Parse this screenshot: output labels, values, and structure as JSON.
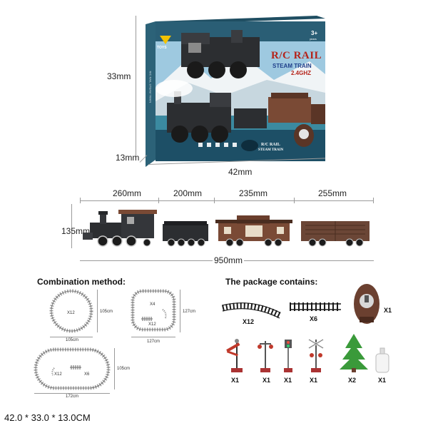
{
  "box": {
    "brand": "TOYS",
    "age": "3+",
    "age_unit": "years",
    "title_line1": "R/C RAIL",
    "title_line2": "STEAM TRAIN",
    "title_line3": "2.4GHZ",
    "footer_line1": "R/C RAIL",
    "footer_line2": "STEAM TRAIN",
    "side_text": "R/C RAIL STEAM TRAIN",
    "height_label": "33mm",
    "depth_label": "13mm",
    "width_label": "42mm"
  },
  "train": {
    "seg1": "260mm",
    "seg2": "200mm",
    "seg3": "235mm",
    "seg4": "255mm",
    "height": "135mm",
    "total": "950mm"
  },
  "combination": {
    "title": "Combination method:",
    "circle_count": "X12",
    "circle_h": "105cm",
    "circle_w": "105cm",
    "square_curve": "X12",
    "square_straight": "X4",
    "square_h": "127cm",
    "square_w": "127cm",
    "oval_curve": "X12",
    "oval_straight": "X6",
    "oval_h": "105cm",
    "oval_w": "172cm"
  },
  "package": {
    "title": "The package contains:",
    "curve_qty": "X12",
    "straight_qty": "X6",
    "remote_qty": "X1",
    "signal1_qty": "X1",
    "lamp_qty": "X1",
    "signal2_qty": "X1",
    "crossing_qty": "X1",
    "tree_qty": "X2",
    "bottle_qty": "X1"
  },
  "footer": {
    "dimensions": "42.0 * 33.0 * 13.0CM"
  },
  "colors": {
    "box_top": "#2f6d86",
    "box_sky": "#9ec9e0",
    "mountain": "#f0f4f6",
    "box_bottom": "#3b8aa0",
    "title_red": "#b5231a",
    "title_blue": "#1f3f8a",
    "car_brown": "#7a4a35",
    "engine": "#2c2e31"
  }
}
